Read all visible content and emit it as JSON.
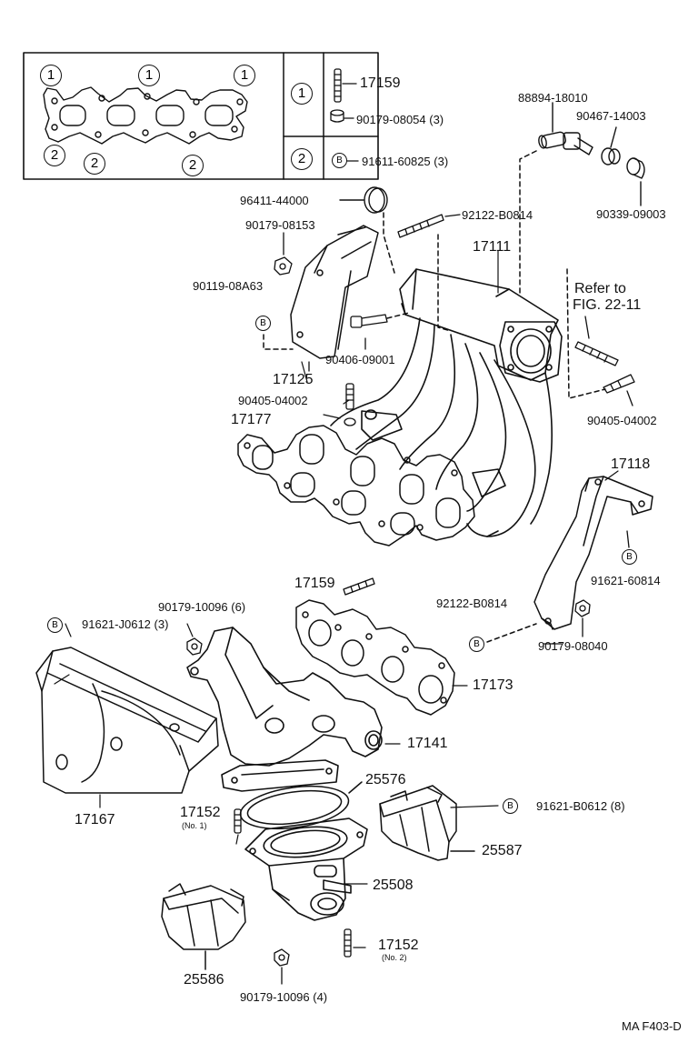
{
  "legend": {
    "markers": [
      "1",
      "2"
    ],
    "row1_parts": [
      "17159",
      "90179-08054 (3)"
    ],
    "row2_parts": [
      "91611-60825 (3)"
    ],
    "bolt_symbol": "B"
  },
  "labels": {
    "p88894": "88894-18010",
    "p90467": "90467-14003",
    "p90339": "90339-09003",
    "p96411": "96411-44000",
    "p92122a": "92122-B0814",
    "p90179_08153": "90179-08153",
    "p17111": "17111",
    "p90119": "90119-08A63",
    "refer1": "Refer to",
    "refer2": "FIG. 22-11",
    "p90406": "90406-09001",
    "p17125": "17125",
    "p90405a": "90405-04002",
    "p90405b": "90405-04002",
    "p17177": "17177",
    "p17118": "17118",
    "p91621_60814": "91621-60814",
    "p17159": "17159",
    "p92122b": "92122-B0814",
    "p90179_10096_6": "90179-10096 (6)",
    "p91621_J0612": "91621-J0612 (3)",
    "p90179_08040": "90179-08040",
    "p17173": "17173",
    "p17141": "17141",
    "p17167": "17167",
    "p25576": "25576",
    "p17152a": "17152",
    "p17152a_note": "(No. 1)",
    "p91621_B0612": "91621-B0612 (8)",
    "p25587": "25587",
    "p25508": "25508",
    "p17152b": "17152",
    "p17152b_note": "(No. 2)",
    "p25586": "25586",
    "p90179_10096_4": "90179-10096 (4)",
    "fig_code": "MA F403-D"
  }
}
